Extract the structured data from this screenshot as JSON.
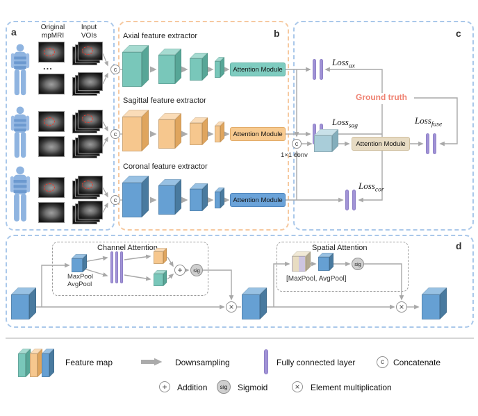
{
  "panel_a": {
    "label": "a",
    "col1_header": "Original mpMRI",
    "col2_header": "Input VOIs",
    "ellipsis": "..."
  },
  "panel_b": {
    "label": "b",
    "extractors": [
      {
        "title": "Axial feature extractor",
        "attention_label": "Attention Module"
      },
      {
        "title": "Sagittal feature extractor",
        "attention_label": "Attention Module"
      },
      {
        "title": "Coronal feature extractor",
        "attention_label": "Attention Module"
      }
    ]
  },
  "panel_c": {
    "label": "c",
    "ground_truth": "Ground truth",
    "conv_label": "1×1 conv",
    "attention_label": "Attention Module",
    "losses": {
      "ax": {
        "base": "Loss",
        "sub": "ax"
      },
      "sag": {
        "base": "Loss",
        "sub": "sag"
      },
      "cor": {
        "base": "Loss",
        "sub": "cor"
      },
      "fuse": {
        "base": "Loss",
        "sub": "fuse"
      }
    }
  },
  "panel_d": {
    "label": "d",
    "channel_title": "Channel Attention",
    "spatial_title": "Spatial Attention",
    "maxpool": "MaxPool",
    "avgpool": "AvgPool",
    "pools_bracket": "[MaxPool, AvgPool]"
  },
  "symbols": {
    "concatenate": "c",
    "addition": "+",
    "multiplication": "×",
    "sigmoid": "sig"
  },
  "legend": {
    "feature_map": "Feature map",
    "downsampling": "Downsampling",
    "fc_layer": "Fully connected layer",
    "concatenate": "Concatenate",
    "addition": "Addition",
    "sigmoid": "Sigmoid",
    "element_multiplication": "Element multiplication"
  },
  "colors": {
    "axial": "#7fccc0",
    "sagittal": "#f7ca90",
    "coronal": "#6ba3d9",
    "fc_bar": "#a193d6",
    "ground_truth": "#ef8272",
    "arrow": "#a8a8a8"
  }
}
